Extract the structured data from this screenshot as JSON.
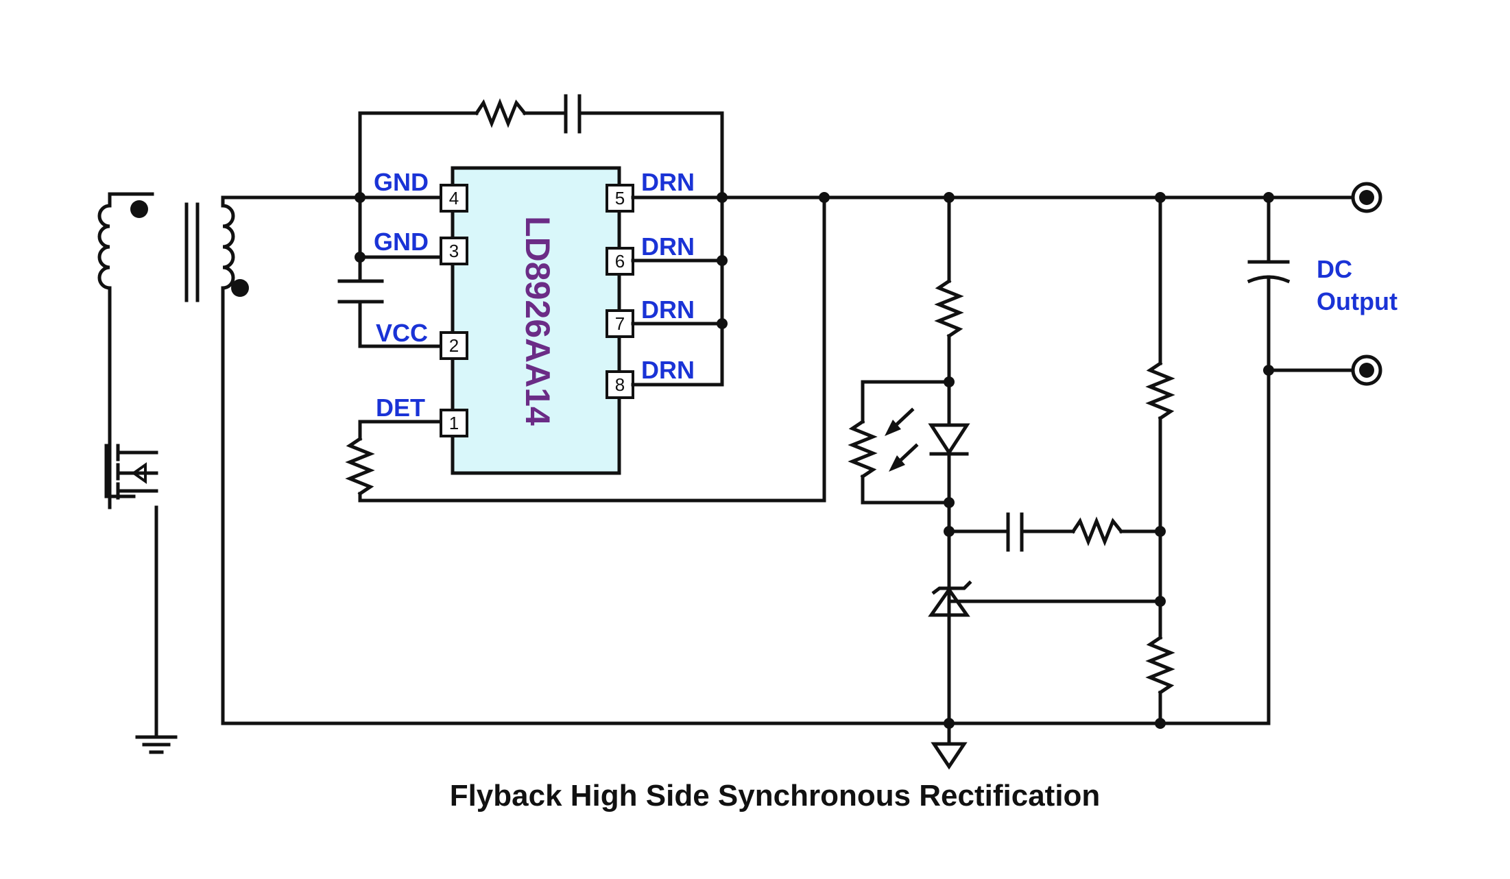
{
  "colors": {
    "wire": "#111111",
    "pin_label": "#1a33d6",
    "chip_name": "#6b2c86",
    "chip_fill": "#d9f7fa"
  },
  "chip": {
    "name": "LD8926AA14",
    "pins": [
      {
        "number": "4",
        "label": "GND"
      },
      {
        "number": "3",
        "label": "GND"
      },
      {
        "number": "2",
        "label": "VCC"
      },
      {
        "number": "1",
        "label": "DET"
      },
      {
        "number": "5",
        "label": "DRN"
      },
      {
        "number": "6",
        "label": "DRN"
      },
      {
        "number": "7",
        "label": "DRN"
      },
      {
        "number": "8",
        "label": "DRN"
      }
    ]
  },
  "output": {
    "label_line1": "DC",
    "label_line2": "Output"
  },
  "caption": "Flyback High Side Synchronous Rectification"
}
